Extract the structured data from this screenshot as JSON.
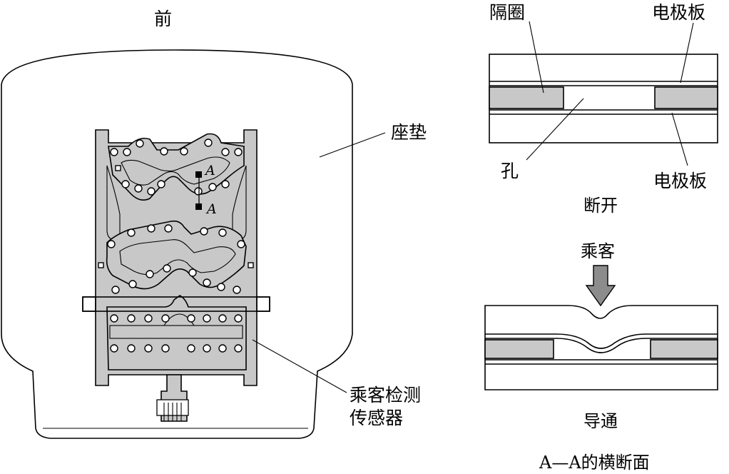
{
  "seat": {
    "front_label": "前",
    "cushion_label": "座垫",
    "sensor_label_line1": "乘客检测",
    "sensor_label_line2": "传感器",
    "section_mark_top": "A",
    "section_mark_bottom": "A"
  },
  "section_open": {
    "spacer_label": "隔圈",
    "electrode_top_label": "电极板",
    "hole_label": "孔",
    "electrode_bottom_label": "电极板",
    "caption": "断开"
  },
  "section_closed": {
    "load_label": "乘客",
    "caption": "导通"
  },
  "figure_caption": "A—A的横断面",
  "colors": {
    "line": "#000000",
    "spacer_fill": "#c8c8c8",
    "seat_fill": "#ffffff"
  }
}
